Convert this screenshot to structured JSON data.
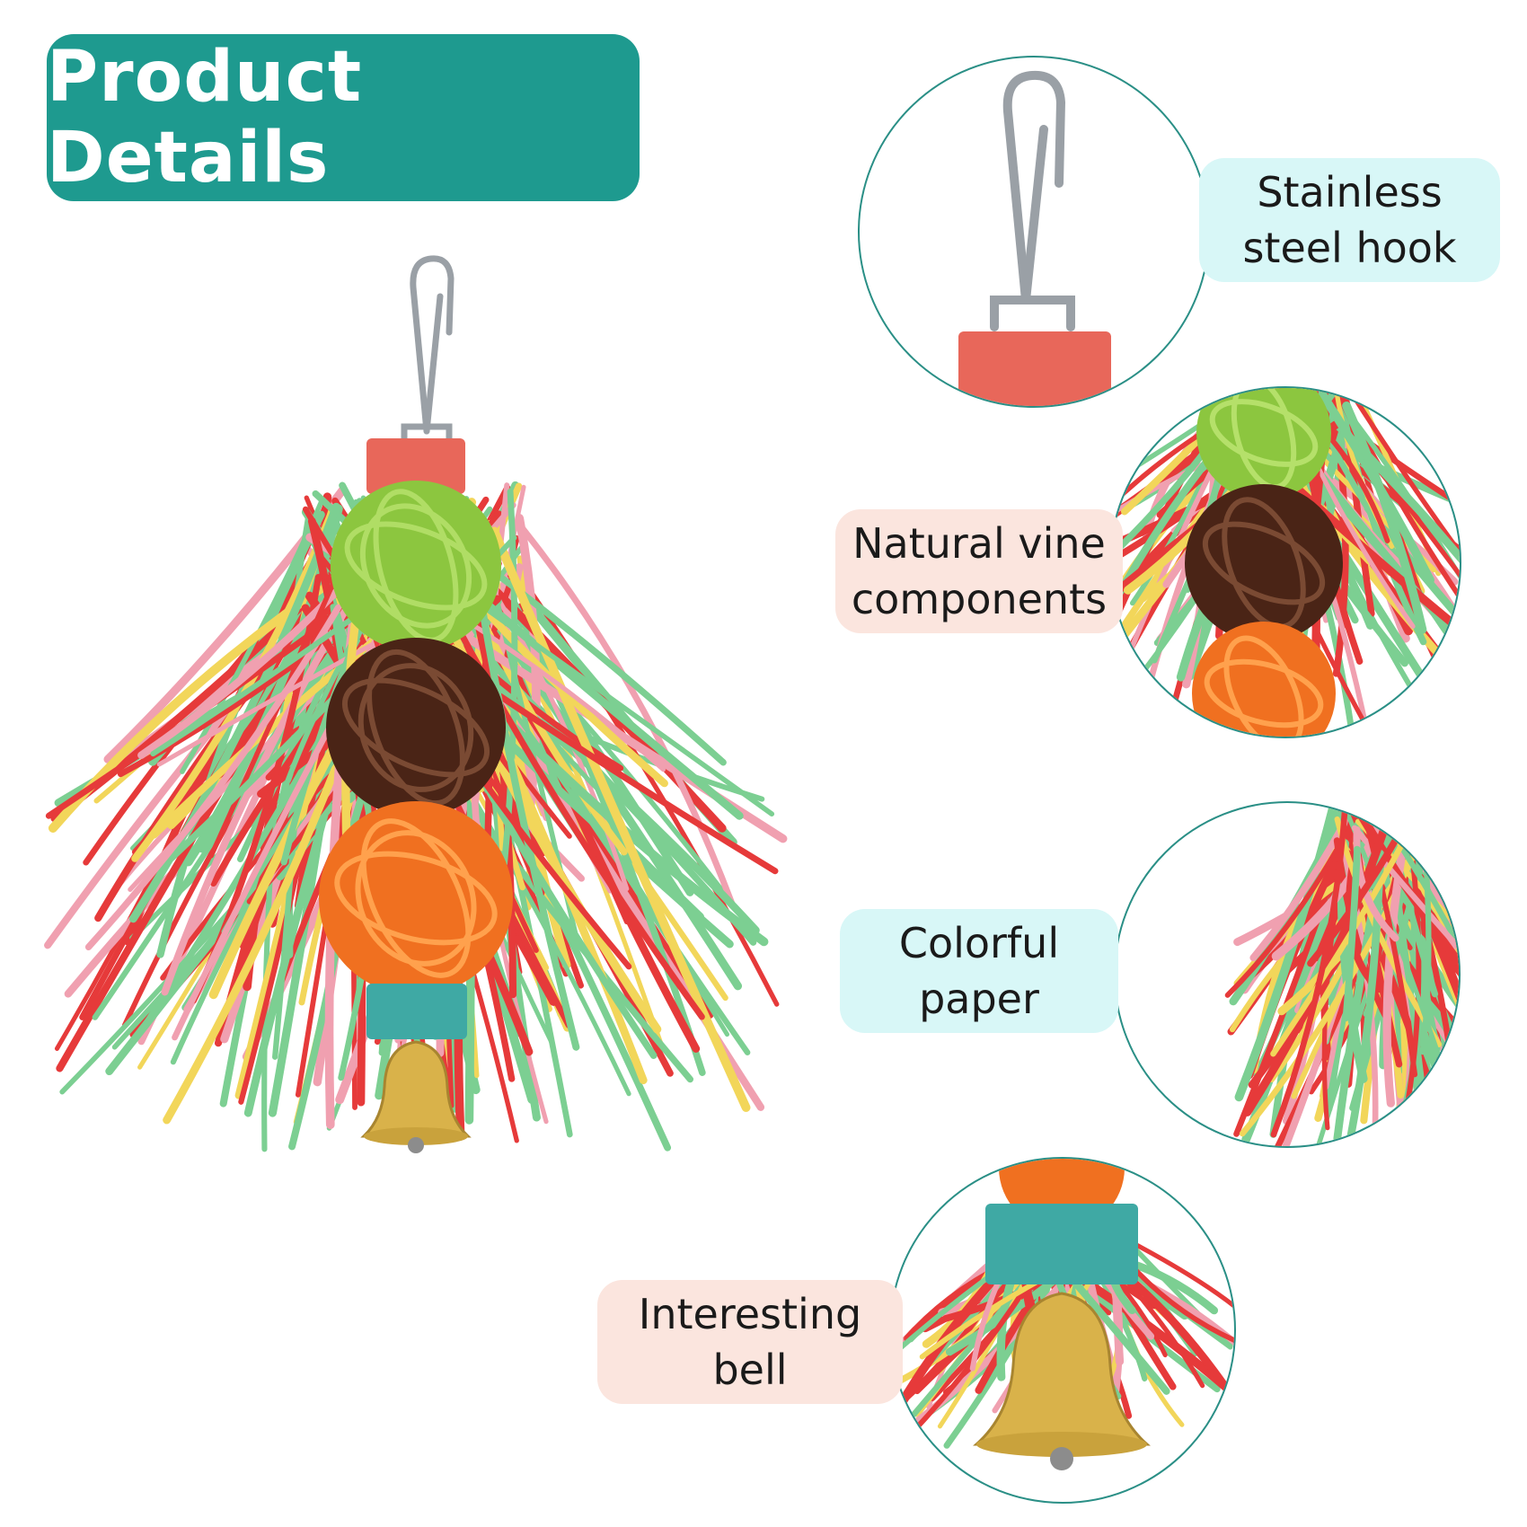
{
  "header": {
    "title": "Product Details"
  },
  "details": [
    {
      "id": "hook",
      "label": "Stainless\nsteel hook",
      "pill_color": "#d8f7f7"
    },
    {
      "id": "vine",
      "label": "Natural vine\ncomponents",
      "pill_color": "#fbe5de"
    },
    {
      "id": "paper",
      "label": "Colorful\npaper",
      "pill_color": "#d8f7f7"
    },
    {
      "id": "bell",
      "label": "Interesting\nbell",
      "pill_color": "#fbe5de"
    }
  ],
  "colors": {
    "header_bg": "#1e9a8f",
    "circle_border": "#2a8f86",
    "wood_red": "#e8675a",
    "wood_teal": "#3fa9a4",
    "ball_green": "#8cc63f",
    "ball_brown": "#4a2416",
    "ball_orange": "#f07020",
    "paper_green": "#7ccf92",
    "paper_red": "#e63a3a",
    "paper_yellow": "#f2d65a",
    "paper_pink": "#f0a0b0",
    "bell_gold": "#d9b24a",
    "hook_steel": "#9aa0a6"
  },
  "icons": {
    "hero": "bird-toy-image",
    "hook": "steel-hook-image",
    "vine": "vine-balls-image",
    "paper": "shredded-paper-image",
    "bell": "bell-image"
  }
}
